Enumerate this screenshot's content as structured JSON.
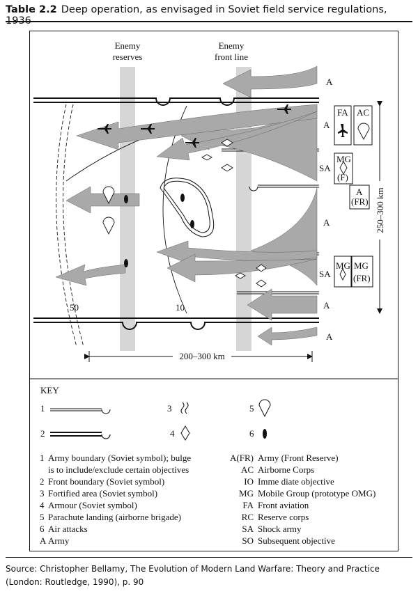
{
  "title": {
    "number": "Table 2.2",
    "text": "Deep operation, as envisaged in Soviet field service regulations, 1936"
  },
  "diagram": {
    "enemy_reserves": [
      "Enemy",
      "reserves"
    ],
    "enemy_front_line": [
      "Enemy",
      "front line"
    ],
    "front_depth": "250–300 km",
    "operation_depth": "200–300 km",
    "objective_50": "50",
    "objective_10": "10",
    "units": {
      "a": "A",
      "sa": "SA",
      "fa": "FA",
      "ac": "AC",
      "mg": "MG",
      "f": "(F)",
      "a_fr_a": "A",
      "a_fr_b": "(FR)",
      "mg_fr": "MG",
      "fr": "(FR)"
    }
  },
  "key": {
    "heading": "KEY",
    "symbols": [
      "1",
      "2",
      "3",
      "4",
      "5",
      "6"
    ],
    "left": [
      {
        "id": "1",
        "text": "Army boundary (Soviet symbol); bulge"
      },
      {
        "id": "",
        "text": "is to include/exclude certain objectives"
      },
      {
        "id": "2",
        "text": "Front boundary (Soviet symbol)"
      },
      {
        "id": "3",
        "text": "Fortified area (Soviet symbol)"
      },
      {
        "id": "4",
        "text": "Armour (Soviet symbol)"
      },
      {
        "id": "5",
        "text": "Parachute landing (airborne brigade)"
      },
      {
        "id": "6",
        "text": "Air attacks"
      },
      {
        "id": "A",
        "text": "Army"
      }
    ],
    "right": [
      {
        "abbr": "A(FR)",
        "text": "Army (Front Reserve)"
      },
      {
        "abbr": "AC",
        "text": "Airborne Corps"
      },
      {
        "abbr": "IO",
        "text": "Imme diate objective"
      },
      {
        "abbr": "MG",
        "text": "Mobile Group (prototype OMG)"
      },
      {
        "abbr": "FA",
        "text": "Front aviation"
      },
      {
        "abbr": "RC",
        "text": "Reserve corps"
      },
      {
        "abbr": "SA",
        "text": "Shock army"
      },
      {
        "abbr": "SO",
        "text": "Subsequent objective"
      }
    ]
  },
  "source": {
    "line1": "Source: Christopher Bellamy, The Evolution of Modern Land Warfare: Theory and Practice",
    "line2": "(London: Routledge, 1990), p. 90"
  }
}
